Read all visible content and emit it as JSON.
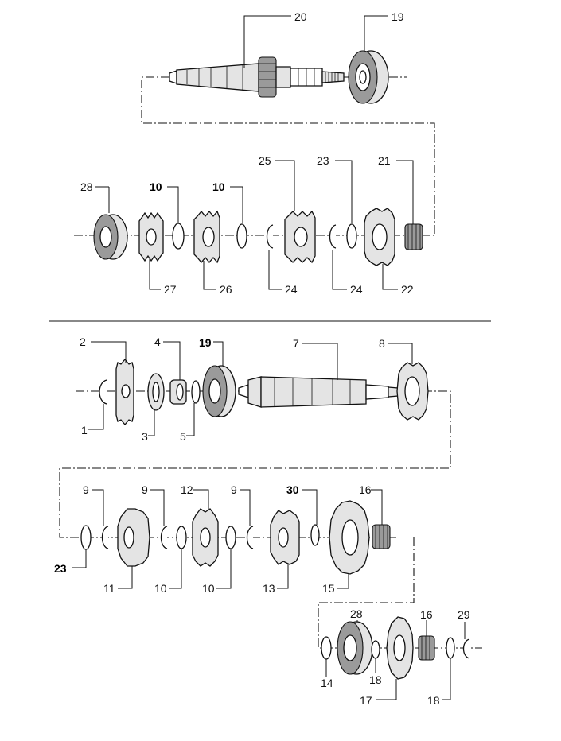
{
  "diagram": {
    "labels": {
      "p1": "1",
      "p2": "2",
      "p3": "3",
      "p4": "4",
      "p5": "5",
      "p7": "7",
      "p8": "8",
      "p9a": "9",
      "p9b": "9",
      "p9c": "9",
      "p10a": "10",
      "p10b": "10",
      "p10c": "10",
      "p10d": "10",
      "p11": "11",
      "p12": "12",
      "p13": "13",
      "p14": "14",
      "p15": "15",
      "p16a": "16",
      "p16b": "16",
      "p17": "17",
      "p18a": "18",
      "p18b": "18",
      "p19a": "19",
      "p19b": "19",
      "p20": "20",
      "p21": "21",
      "p22": "22",
      "p23a": "23",
      "p23b": "23",
      "p24a": "24",
      "p24b": "24",
      "p25": "25",
      "p26": "26",
      "p27": "27",
      "p28a": "28",
      "p28b": "28",
      "p29": "29",
      "p30": "30"
    }
  }
}
